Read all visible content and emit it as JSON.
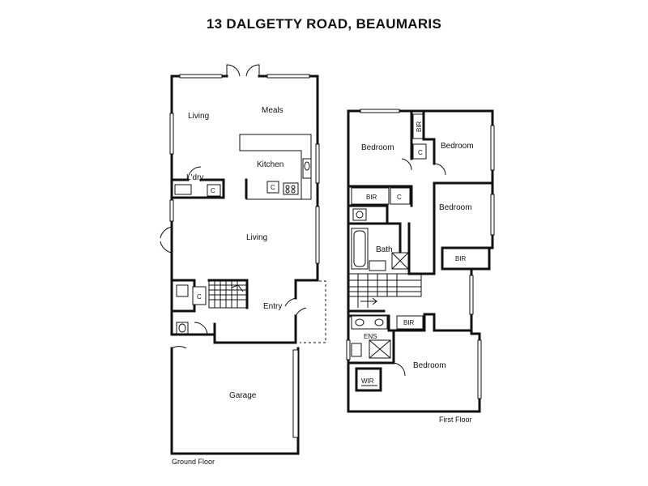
{
  "title": "13 DALGETTY ROAD, BEAUMARIS",
  "ground_floor": {
    "caption": "Ground Floor",
    "rooms": {
      "living_upper": "Living",
      "meals": "Meals",
      "kitchen": "Kitchen",
      "laundry": "L'dry",
      "laundry_cupboard": "C",
      "kitchen_cupboard": "C",
      "living_main": "Living",
      "entry_cupboard": "C",
      "entry": "Entry",
      "garage": "Garage"
    }
  },
  "first_floor": {
    "caption": "First Floor",
    "rooms": {
      "bedroom_1": "Bedroom",
      "bir_1": "BIR",
      "bedroom_2": "Bedroom",
      "cupboard_1": "C",
      "bir_2": "BIR",
      "cupboard_2": "C",
      "bedroom_3": "Bedroom",
      "bath": "Bath",
      "bir_3": "BIR",
      "bir_4": "BIR",
      "ens": "ENS",
      "wir": "WIR",
      "bedroom_4": "Bedroom"
    }
  }
}
